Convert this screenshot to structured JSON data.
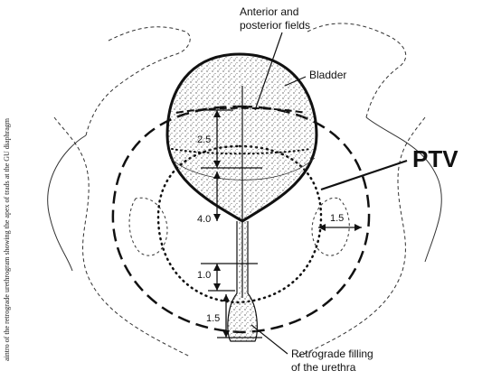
{
  "side_caption": "aintro of the retrograde urethrogram showing the apex of trads at the GU diaphragm",
  "labels": {
    "fields_line1": "Anterior and",
    "fields_line2": "posterior fields",
    "bladder": "Bladder",
    "ptv": "PTV",
    "urethra_line1": "Retrograde filling",
    "urethra_line2": "of the urethra"
  },
  "dimensions": {
    "d1": "2.5",
    "d2": "4.0",
    "d3": "1.0",
    "d4": "1.5",
    "lateral": "1.5"
  }
}
